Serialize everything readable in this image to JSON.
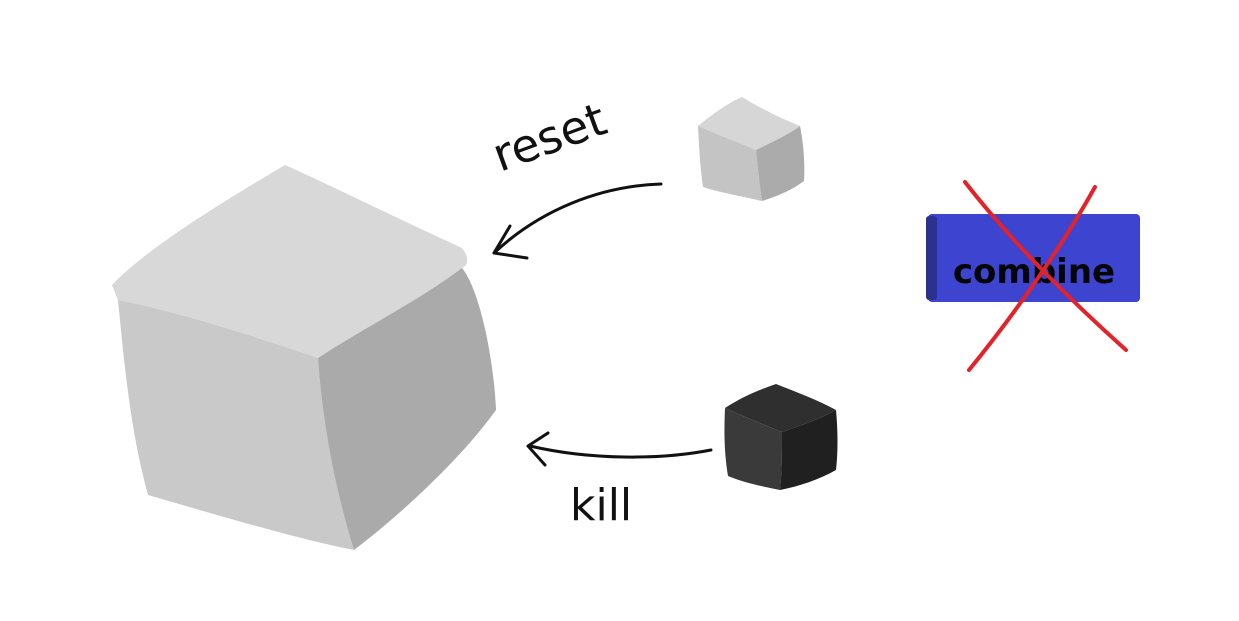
{
  "diagram": {
    "labels": {
      "reset": "reset",
      "kill": "kill",
      "combine": "combine"
    },
    "colors": {
      "background": "#ffffff",
      "big_cube_top": "#d8d8d8",
      "big_cube_left": "#c9c9c9",
      "big_cube_right": "#aaaaaa",
      "small_light_cube_top": "#d6d6d6",
      "small_light_cube_left": "#c4c4c4",
      "small_light_cube_right": "#ababab",
      "dark_cube_top": "#2f2f2f",
      "dark_cube_left": "#3a3a3a",
      "dark_cube_right": "#202020",
      "button_fill": "#3d44cf",
      "button_edge": "#2c318f",
      "cross": "#e3222a",
      "arrow": "#111111"
    },
    "combine_disabled": true
  }
}
